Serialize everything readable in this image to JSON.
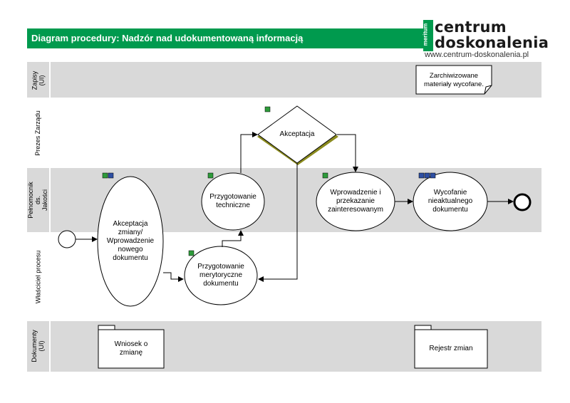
{
  "header": {
    "title": "Diagram procedury: Nadzór nad udokumentowaną informacją",
    "title_bar_color": "#009a4e"
  },
  "logo": {
    "tag": "meritum",
    "line1": "centrum",
    "line2": "doskonalenia",
    "url": "www.centrum-doskonalenia.pl"
  },
  "lanes": [
    {
      "id": "zapisy",
      "label": "Zapisy\n(UI)",
      "fill": "#d9d9d9"
    },
    {
      "id": "prezes",
      "label": "Prezes Zarządu",
      "fill": "#ffffff"
    },
    {
      "id": "pelnomocnik",
      "label": "Pełnomocnik ds.\nJakości",
      "fill": "#d9d9d9"
    },
    {
      "id": "wlasciciel",
      "label": "Właściciel procesu",
      "fill": "#ffffff"
    },
    {
      "id": "dokumenty",
      "label": "Dokumenty\n(UI)",
      "fill": "#d9d9d9"
    }
  ],
  "nodes": {
    "akceptacja_zmiany": "Akceptacja\nzmiany/\nWprowadzenie\nnowego\ndokumentu",
    "przygotowanie_merytoryczne": "Przygotowanie\nmerytoryczne\ndokumentu",
    "przygotowanie_techniczne": "Przygotowanie\ntechniczne",
    "akceptacja": "Akceptacja",
    "wprowadzenie": "Wprowadzenie i\nprzekazanie\nzainteresowanym",
    "wycofanie": "Wycofanie\nnieaktualnego\ndokumentu",
    "zarchiwizowane": "Zarchiwizowane\nmateriały wycofane.",
    "wniosek": "Wniosek o\nzmianę",
    "rejestr": "Rejestr zmian"
  },
  "colors": {
    "marker_green": "#2e9b3a",
    "marker_blue": "#2e4fa3",
    "diamond_shadow": "#8a8a1e"
  }
}
